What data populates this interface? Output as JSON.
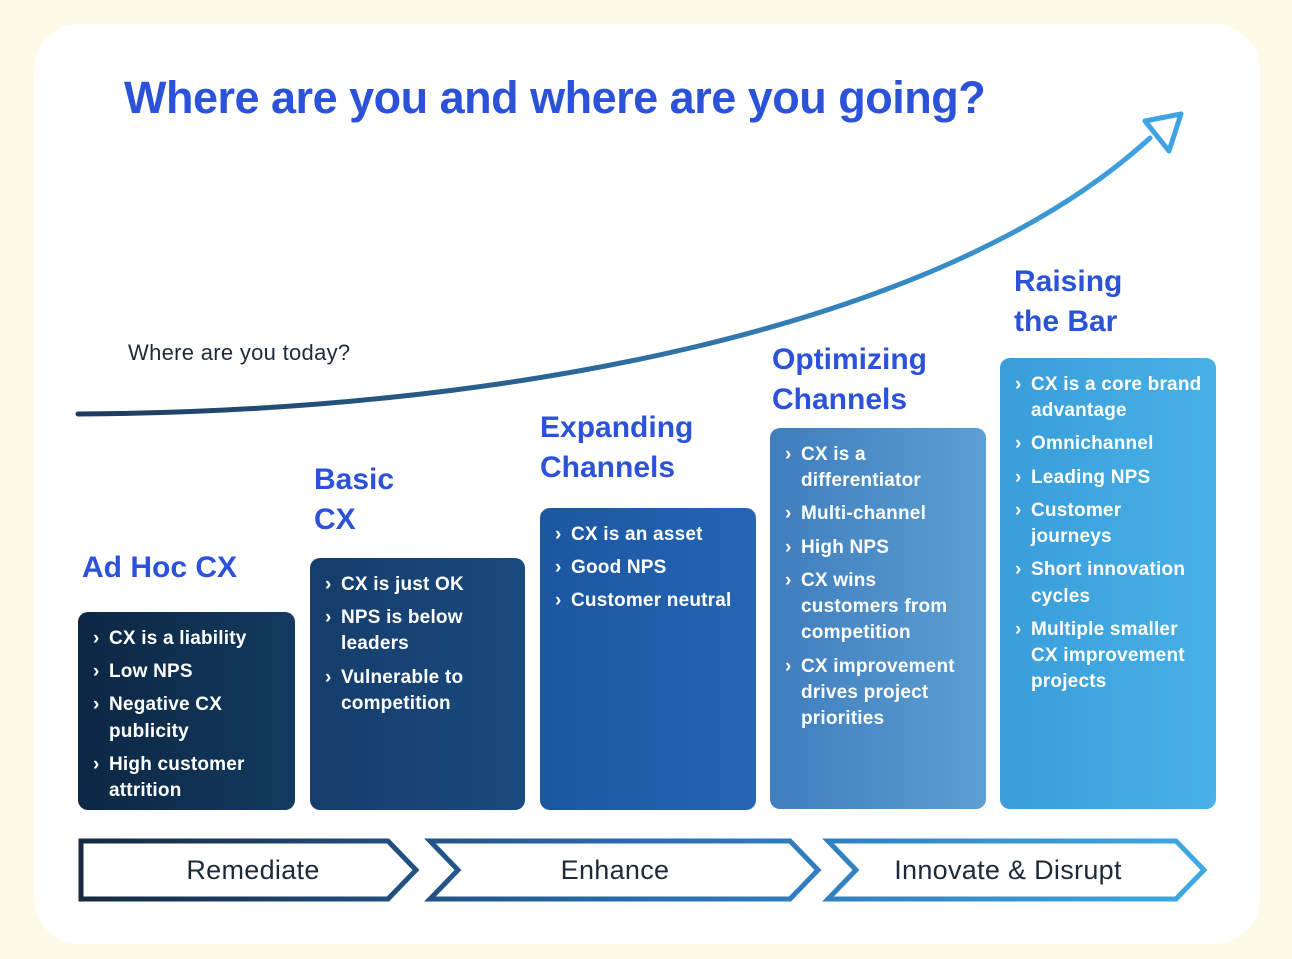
{
  "header": {
    "title": "Where are you and where are you going?"
  },
  "annotations": {
    "today_label": "Where are you today?",
    "arrow_icon": "growth-curve-arrow"
  },
  "bullet_char": "›",
  "colors": {
    "background": "#fdfbe7",
    "card": "#ffffff",
    "title_text": "#2b52d8",
    "heading_text": "#2b52d8",
    "dark_text": "#1c2a3a",
    "bullet_text": "#ffffff",
    "curve_from": "#1d3a5e",
    "curve_to": "#3fa2e3",
    "phase_grad": [
      "#16293f",
      "#2a6cb0",
      "#3fa9e1"
    ]
  },
  "stages": [
    {
      "heading_lines": [
        "Ad Hoc CX"
      ],
      "bullets": [
        "CX is a liability",
        "Low NPS",
        "Negative CX publicity",
        "High customer attrition"
      ],
      "color_from": "#0c2743",
      "color_to": "#133a5f"
    },
    {
      "heading_lines": [
        "Basic",
        "CX"
      ],
      "bullets": [
        "CX is just OK",
        "NPS is below leaders",
        "Vulnerable to competition"
      ],
      "color_from": "#153d6b",
      "color_to": "#1a4a7e"
    },
    {
      "heading_lines": [
        "Expanding",
        "Channels"
      ],
      "bullets": [
        "CX is an asset",
        "Good NPS",
        "Customer neutral"
      ],
      "color_from": "#1c56a0",
      "color_to": "#2565b4"
    },
    {
      "heading_lines": [
        "Optimizing",
        "Channels"
      ],
      "bullets": [
        "CX is a differentiator",
        "Multi-channel",
        "High NPS",
        "CX wins customers from competition",
        "CX improvement drives project priorities"
      ],
      "color_from": "#3f7dbd",
      "color_to": "#5c9fd3"
    },
    {
      "heading_lines": [
        "Raising",
        "the Bar"
      ],
      "bullets": [
        "CX is a core brand advantage",
        "Omnichannel",
        "Leading NPS",
        "Customer journeys",
        "Short innovation cycles",
        "Multiple smaller CX improvement projects"
      ],
      "color_from": "#399dd9",
      "color_to": "#48b1e7"
    }
  ],
  "phases": [
    {
      "label": "Remediate"
    },
    {
      "label": "Enhance"
    },
    {
      "label": "Innovate & Disrupt"
    }
  ]
}
